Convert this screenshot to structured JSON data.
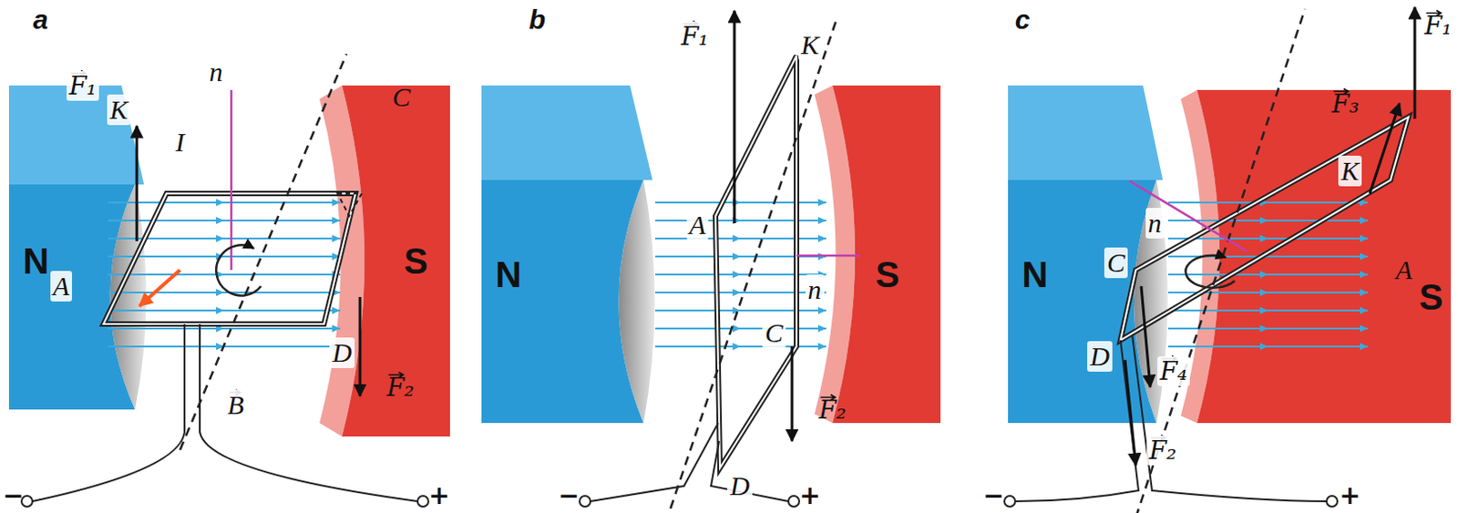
{
  "diagram": {
    "labels": [
      "a",
      "F₁",
      "n",
      "K",
      "I",
      "A",
      "C",
      "N",
      "S",
      "D",
      "F₂",
      "B",
      "−",
      "+",
      "b",
      "F₁",
      "K",
      "A",
      "N",
      "S",
      "n",
      "C",
      "D",
      "F₂",
      "−",
      "+",
      "c",
      "F₁",
      "F₃",
      "K",
      "n",
      "C",
      "A",
      "N",
      "S",
      "D",
      "F₄",
      "F₂",
      "−",
      "+"
    ]
  }
}
